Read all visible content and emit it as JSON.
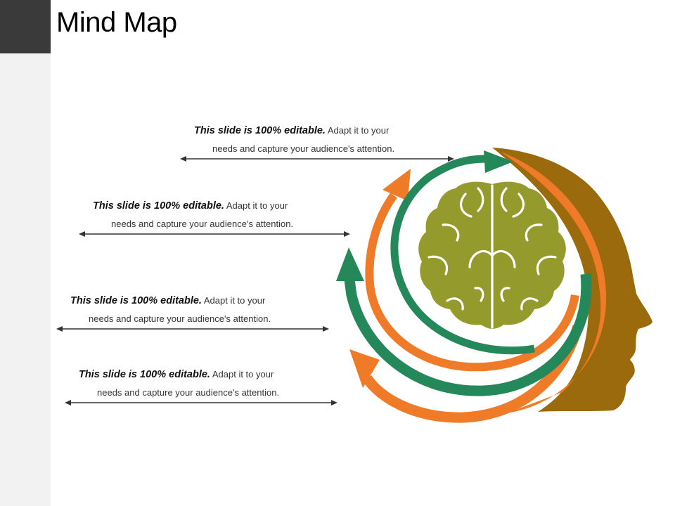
{
  "title": "Mind Map",
  "colors": {
    "head": "#9a6a0c",
    "orange": "#ef7b28",
    "green": "#24885a",
    "brain": "#949a2c",
    "arrow_line": "#333333",
    "sidebar": "#f2f2f2",
    "corner_block": "#3a3a3a"
  },
  "icons": [
    "head-silhouette",
    "brain-icon",
    "circular-arrows"
  ],
  "callouts": [
    {
      "bold": "This slide is 100% editable.",
      "rest": " Adapt it to your",
      "line2": "needs and capture your audience's attention."
    },
    {
      "bold": "This slide is 100% editable.",
      "rest": " Adapt it to your",
      "line2": "needs and capture your audience's attention."
    },
    {
      "bold": "This slide is 100% editable.",
      "rest": " Adapt it to your",
      "line2": "needs and capture your audience's attention."
    },
    {
      "bold": "This slide is 100% editable.",
      "rest": " Adapt it to your",
      "line2": "needs and capture your audience's attention."
    }
  ]
}
